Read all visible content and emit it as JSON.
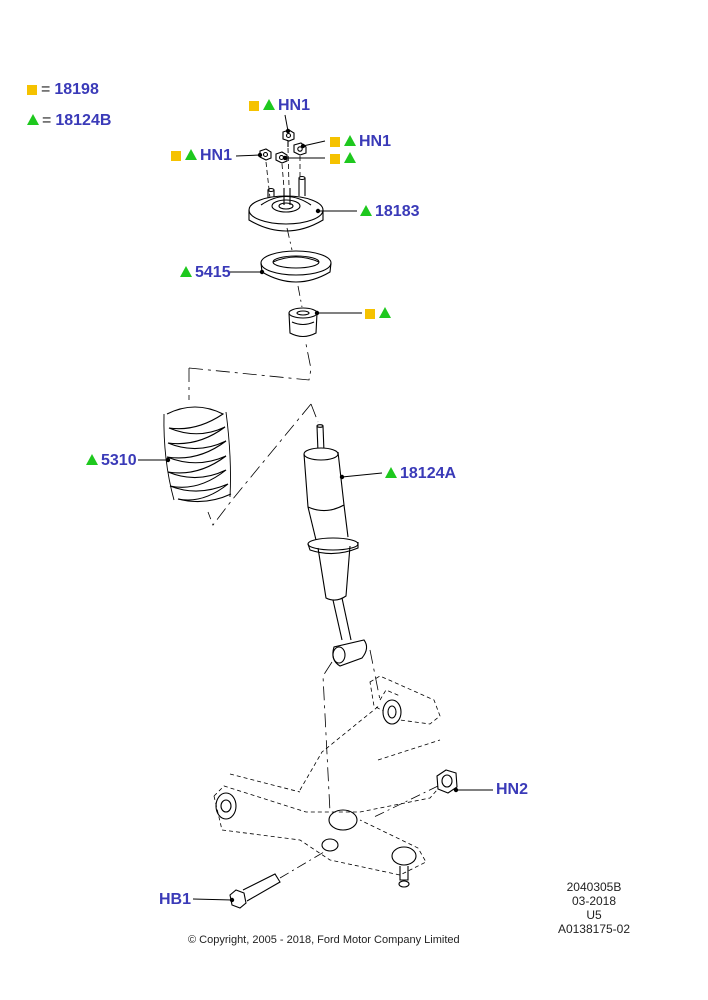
{
  "legend": {
    "square_text": "18198",
    "triangle_text": "18124B",
    "equals": "="
  },
  "callouts": {
    "hn1_top": "HN1",
    "hn1_right": "HN1",
    "hn1_left": "HN1",
    "part_18183": "18183",
    "part_5415": "5415",
    "part_5310": "5310",
    "part_18124a": "18124A",
    "hn2": "HN2",
    "hb1": "HB1"
  },
  "meta": {
    "line1": "2040305B",
    "line2": "03-2018",
    "line3": "U5",
    "line4": "A0138175-02"
  },
  "copyright": "© Copyright, 2005 - 2018, Ford Motor Company Limited",
  "colors": {
    "label": "#3a3ab8",
    "square": "#f5c200",
    "triangle": "#1ec81e",
    "line": "#000000"
  },
  "icons": {
    "square": "yellow-square-icon",
    "triangle": "green-triangle-icon"
  }
}
